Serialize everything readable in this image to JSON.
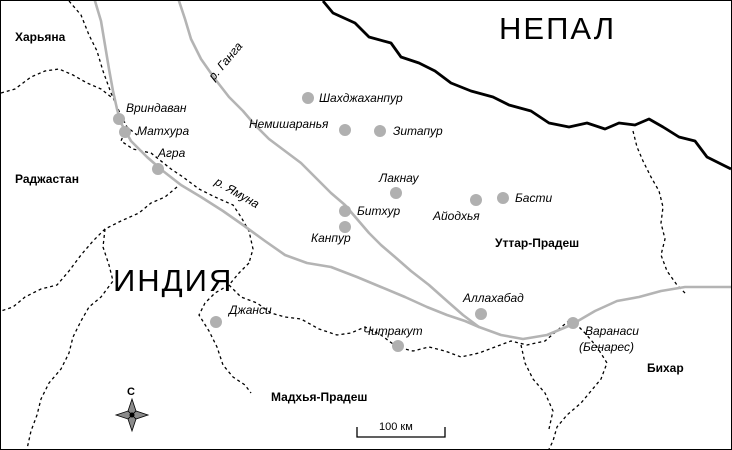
{
  "countries": {
    "india": "ИНДИЯ",
    "nepal": "НЕПАЛ"
  },
  "regions": {
    "haryana": "Харьяна",
    "rajasthan": "Раджастан",
    "uttar_pradesh": "Уттар-Прадеш",
    "madhya_pradesh": "Мадхья-Прадеш",
    "bihar": "Бихар"
  },
  "rivers": {
    "ganga": "р. Ганга",
    "yamuna": "р. Ямуна"
  },
  "cities": {
    "vrindavan": "Вриндаван",
    "mathura": "Матхура",
    "agra": "Агра",
    "shahjahanpur": "Шахджаханпур",
    "naimisharanya": "Немишаранья",
    "sitapur": "Зитапур",
    "lucknow": "Лакнау",
    "basti": "Басти",
    "ayodhya": "Айодхья",
    "bithoor": "Битхур",
    "kanpur": "Канпур",
    "allahabad": "Аллахабад",
    "jhansi": "Джанси",
    "chitrakoot": "Читракут",
    "varanasi_line1": "Варанаси",
    "varanasi_line2": "(Бенарес)"
  },
  "scale": {
    "label": "100 км"
  },
  "compass": {
    "north_letter": "С"
  },
  "colors": {
    "river": "#b4b4b4",
    "city": "#b0b0b0",
    "border": "#000000"
  }
}
